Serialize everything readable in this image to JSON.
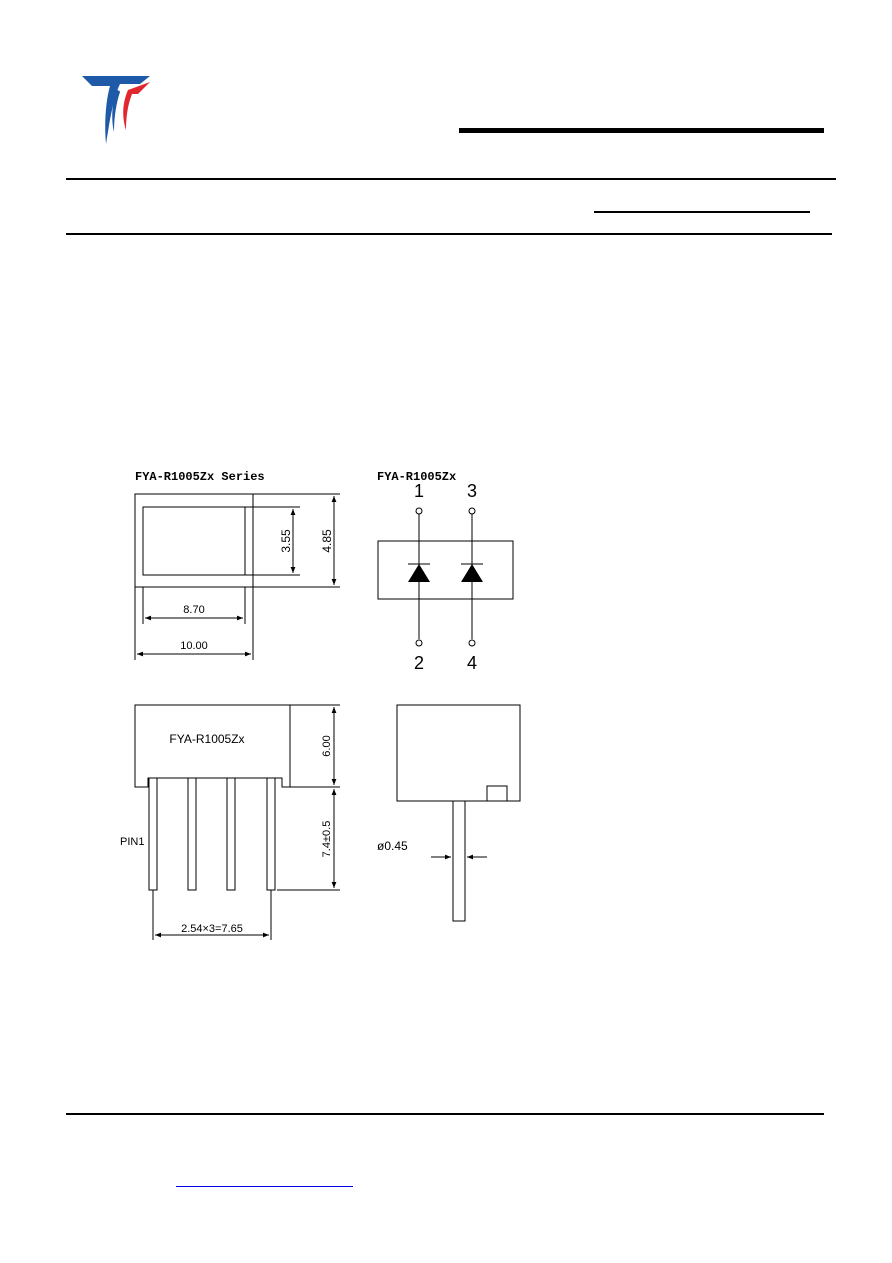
{
  "logo": {
    "name": "company-logo",
    "colors": {
      "blue": "#1f5aa8",
      "red": "#e0262e"
    }
  },
  "drawing": {
    "series_title": "FYA-R1005Zx  Series",
    "schematic_title": "FYA-R1005Zx",
    "dims": {
      "inner_width": "8.70",
      "outer_width": "10.00",
      "inner_height": "3.55",
      "outer_height": "4.85",
      "body_height": "6.00",
      "lead_length": "7.4±0.5",
      "pitch": "2.54×3=7.65",
      "lead_diameter": "ø0.45"
    },
    "pins": {
      "p1": "1",
      "p2": "2",
      "p3": "3",
      "p4": "4"
    },
    "body_label": "FYA-R1005Zx",
    "pin1_label": "PIN1"
  }
}
